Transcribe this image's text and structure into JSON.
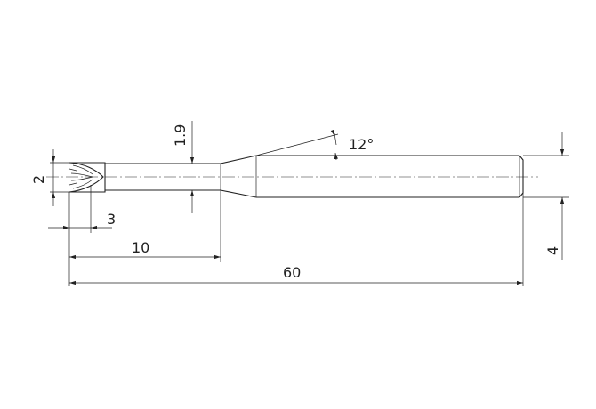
{
  "dimensions": {
    "cutting_diameter": "2",
    "neck_diameter": "1.9",
    "taper_angle": "12°",
    "flute_length": "3",
    "neck_length": "10",
    "overall_length": "60",
    "shank_diameter": "4"
  }
}
